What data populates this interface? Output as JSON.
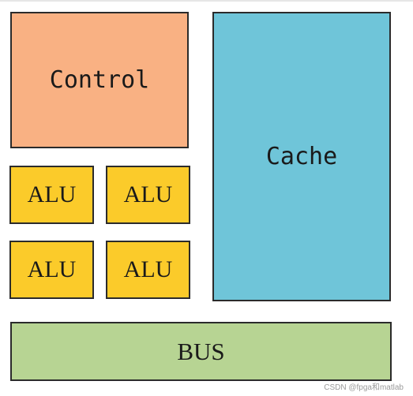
{
  "diagram": {
    "blocks": {
      "control": {
        "label": "Control",
        "color": "#f9b183"
      },
      "cache": {
        "label": "Cache",
        "color": "#6fc5d9"
      },
      "alu": [
        {
          "label": "ALU",
          "color": "#fbcb2a"
        },
        {
          "label": "ALU",
          "color": "#fbcb2a"
        },
        {
          "label": "ALU",
          "color": "#fbcb2a"
        },
        {
          "label": "ALU",
          "color": "#fbcb2a"
        }
      ],
      "bus": {
        "label": "BUS",
        "color": "#b7d493"
      }
    },
    "border_color": "#2b2b2b"
  },
  "watermark": "CSDN @fpga和matlab"
}
